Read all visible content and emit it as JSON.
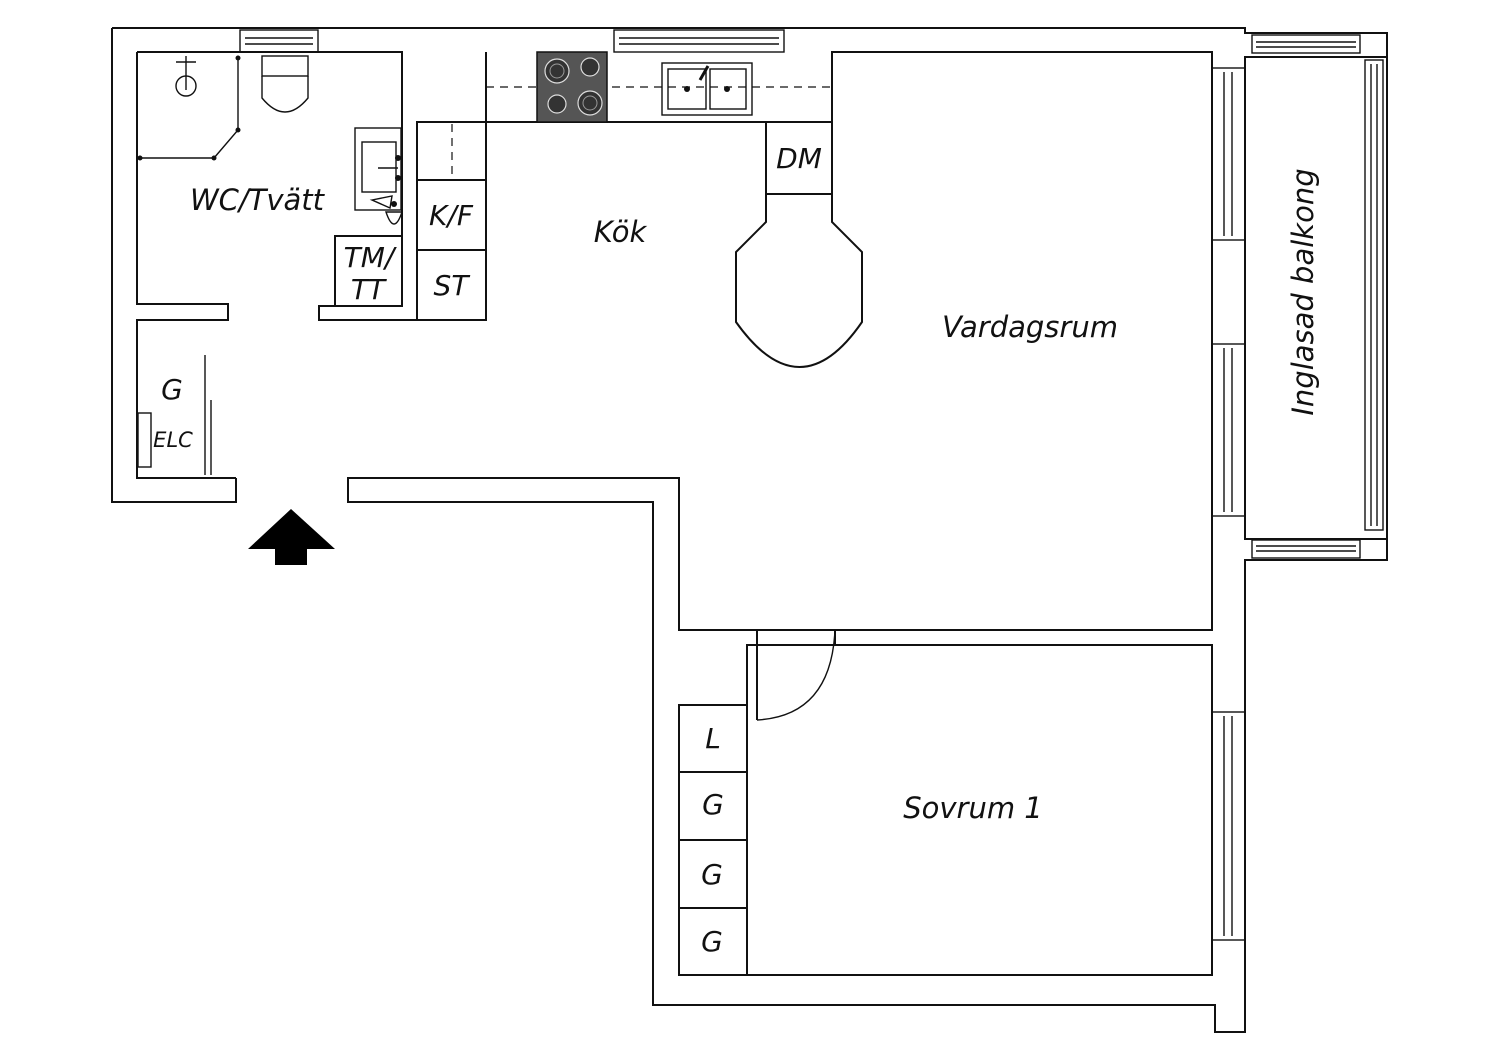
{
  "rooms": {
    "wc": "WC/Tvätt",
    "kitchen": "Kök",
    "living": "Vardagsrum",
    "balcony": "Inglasad balkong",
    "bedroom": "Sovrum 1"
  },
  "fixtures": {
    "fridge_freezer": "K/F",
    "dishwasher": "DM",
    "washer": "TM/",
    "dryer": "TT",
    "storage": "ST",
    "hall_wardrobe": "G",
    "electric_cabinet": "ELC",
    "linen": "L",
    "wardrobes": [
      "G",
      "G",
      "G"
    ]
  }
}
